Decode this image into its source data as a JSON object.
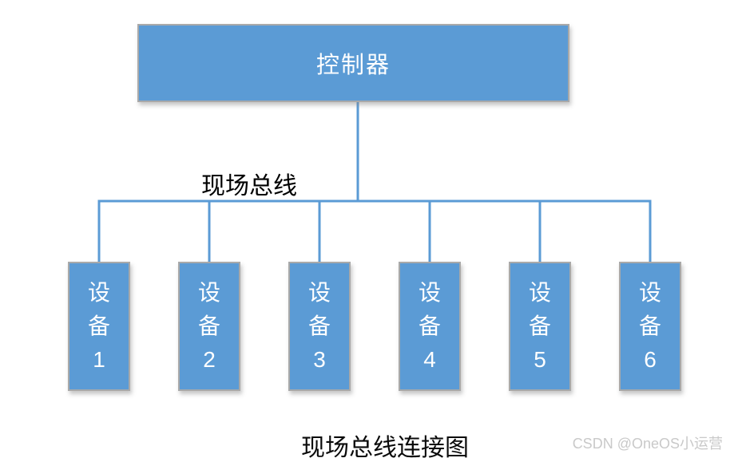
{
  "diagram": {
    "caption": "现场总线连接图",
    "controller": {
      "label": "控制器"
    },
    "bus": {
      "label": "现场总线"
    },
    "devices": [
      {
        "label": "设备1"
      },
      {
        "label": "设备2"
      },
      {
        "label": "设备3"
      },
      {
        "label": "设备4"
      },
      {
        "label": "设备5"
      },
      {
        "label": "设备6"
      }
    ],
    "colors": {
      "node_fill": "#5b9bd5",
      "node_border": "#a9a9a9",
      "connector": "#5b9bd5",
      "node_text": "#ffffff",
      "label_text": "#000000",
      "watermark_text": "#c9c9c9"
    }
  },
  "watermark": {
    "text": "CSDN @OneOS小运营"
  }
}
